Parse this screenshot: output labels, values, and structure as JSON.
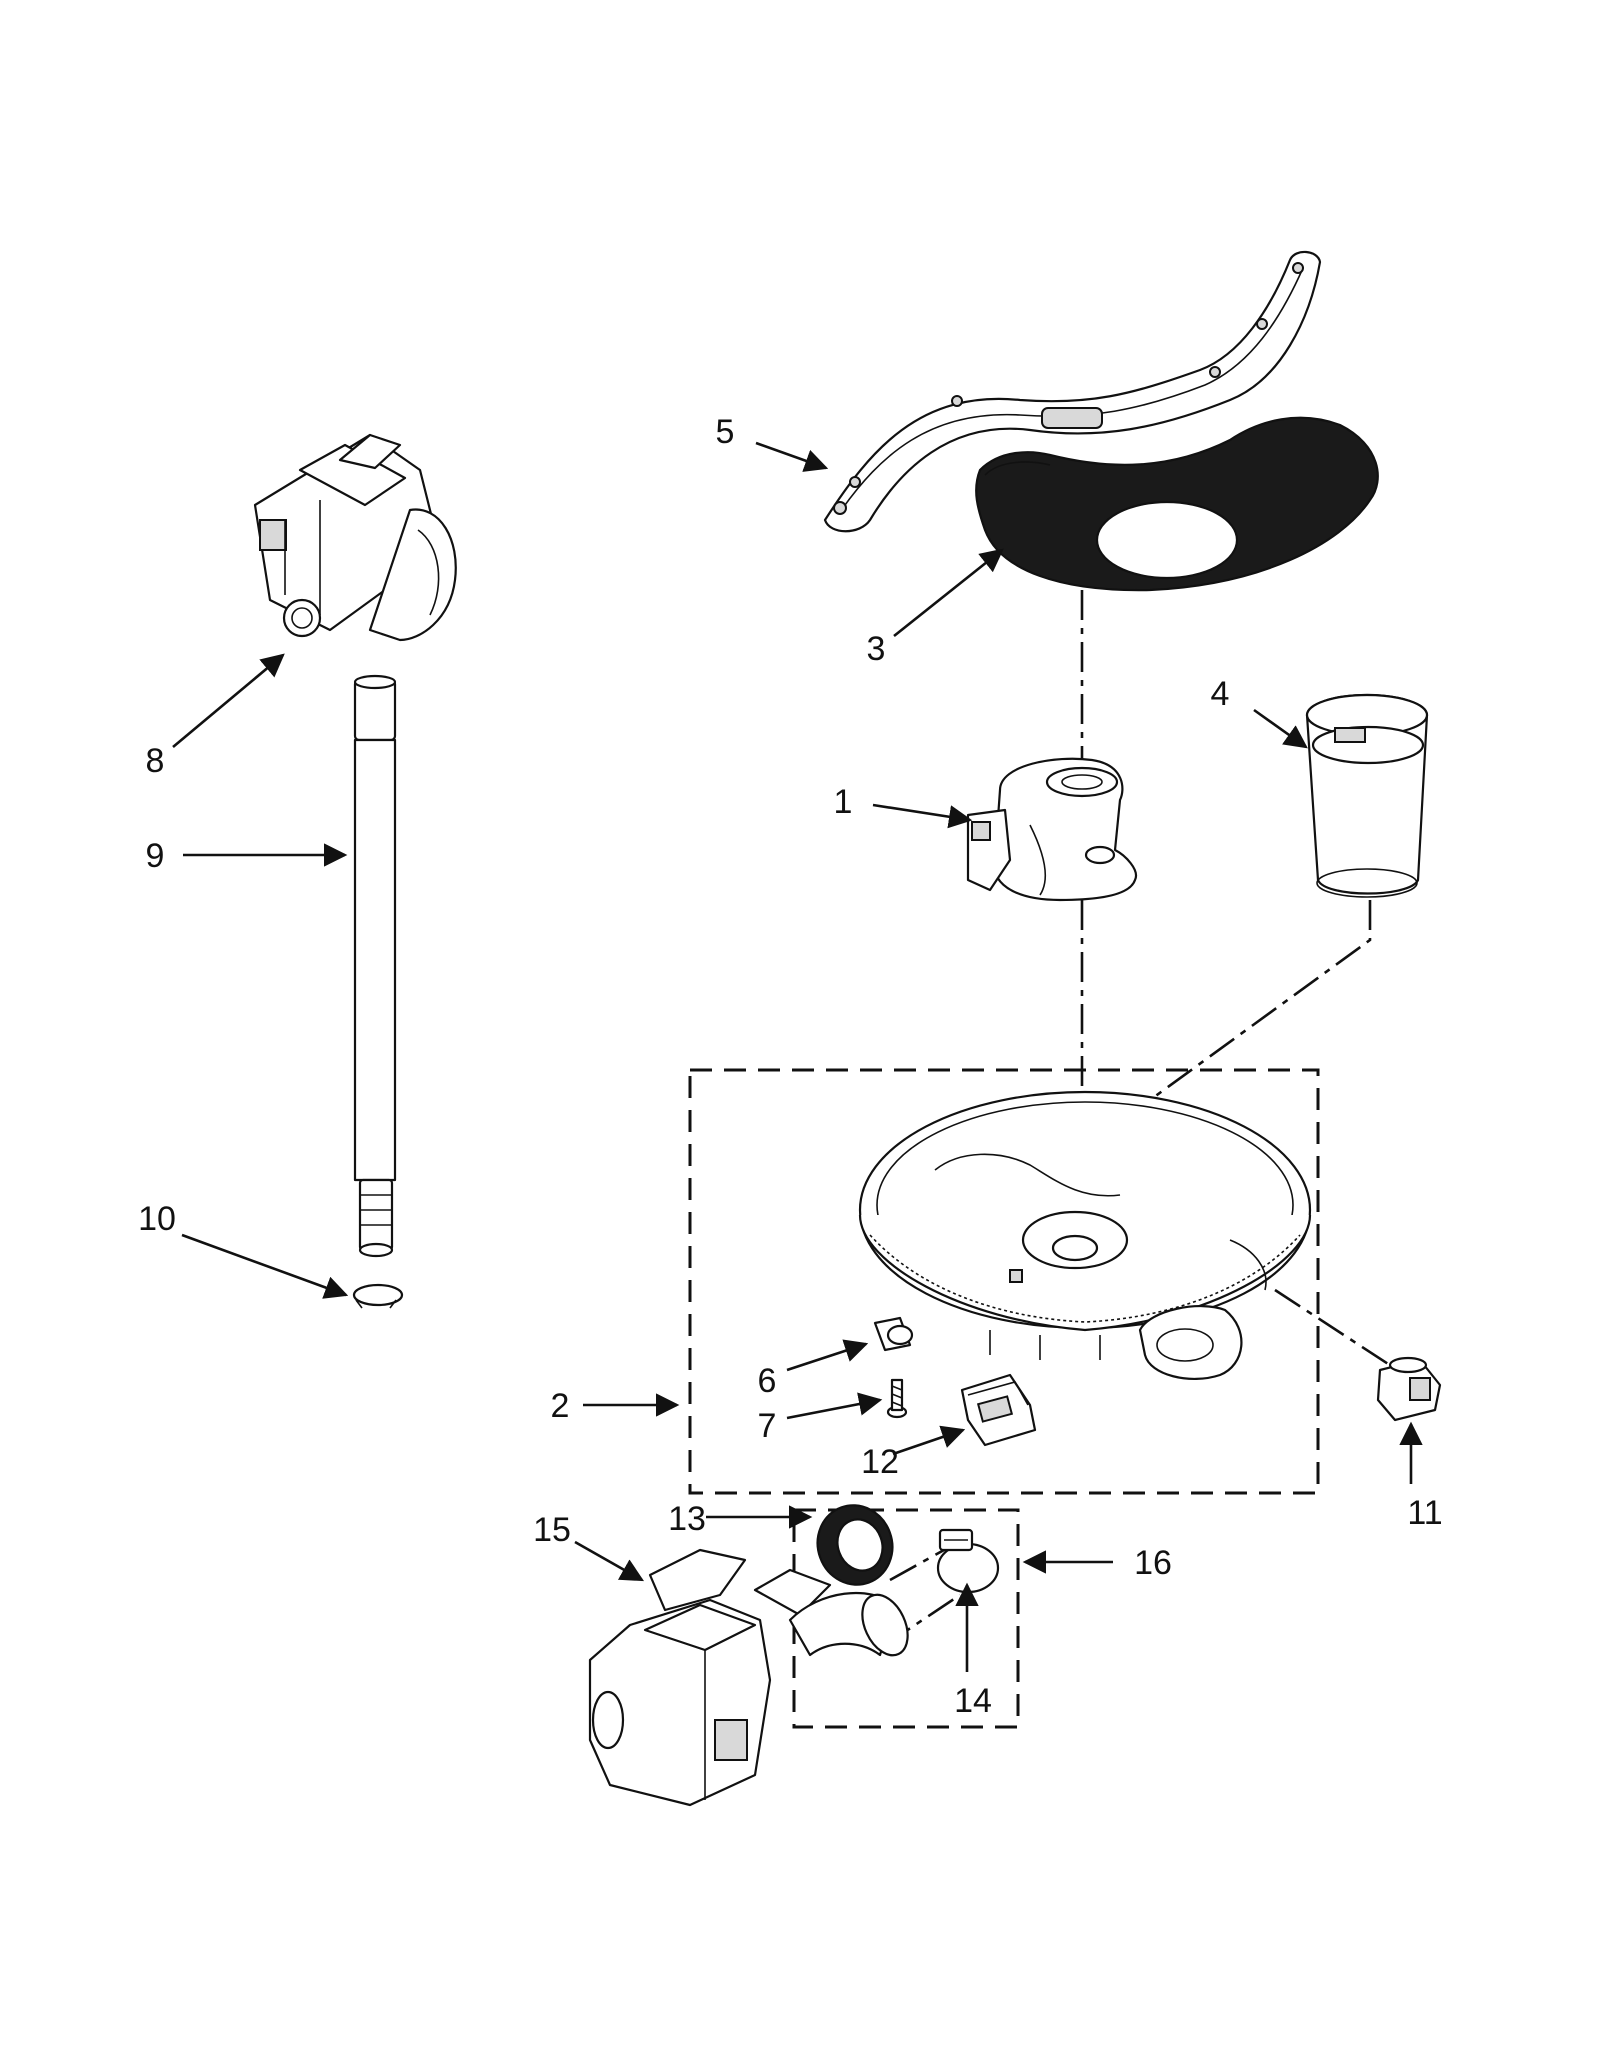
{
  "callouts": [
    {
      "id": "1",
      "label": "1"
    },
    {
      "id": "2",
      "label": "2"
    },
    {
      "id": "3",
      "label": "3"
    },
    {
      "id": "4",
      "label": "4"
    },
    {
      "id": "5",
      "label": "5"
    },
    {
      "id": "6",
      "label": "6"
    },
    {
      "id": "7",
      "label": "7"
    },
    {
      "id": "8",
      "label": "8"
    },
    {
      "id": "9",
      "label": "9"
    },
    {
      "id": "10",
      "label": "10"
    },
    {
      "id": "11",
      "label": "11"
    },
    {
      "id": "12",
      "label": "12"
    },
    {
      "id": "13",
      "label": "13"
    },
    {
      "id": "14",
      "label": "14"
    },
    {
      "id": "15",
      "label": "15"
    },
    {
      "id": "16",
      "label": "16"
    }
  ],
  "colors": {
    "line": "#111111",
    "background": "#ffffff",
    "filter_dark": "#1a1a1a"
  }
}
